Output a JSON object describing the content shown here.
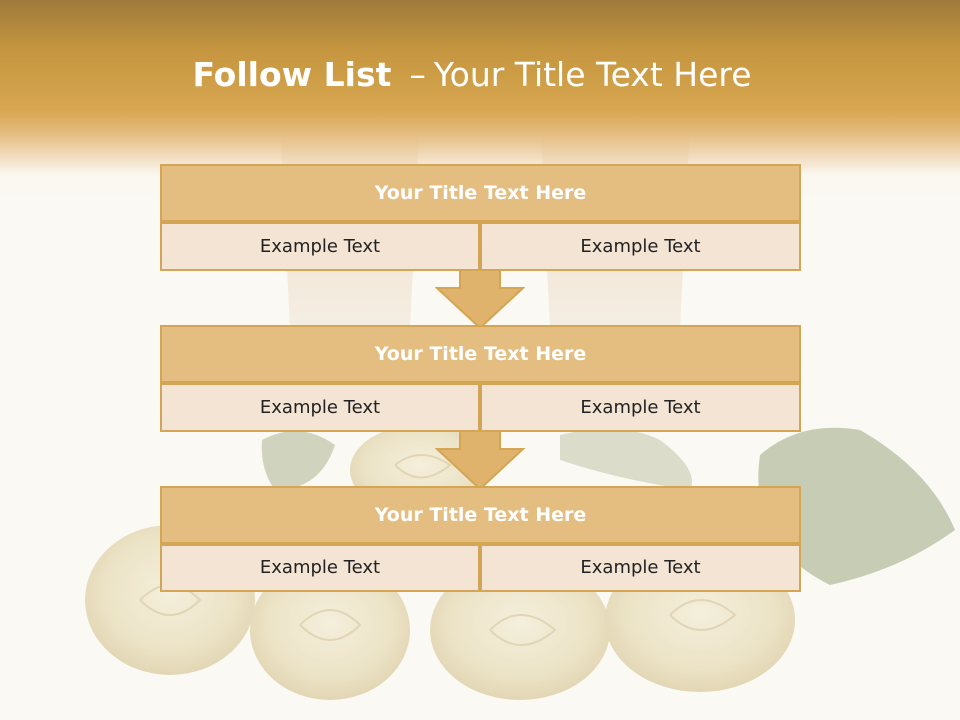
{
  "slide": {
    "title_bold": "Follow List",
    "title_dash": "–",
    "title_rest": "Your Title Text Here"
  },
  "blocks": [
    {
      "title": "Your Title Text Here",
      "left": "Example Text",
      "right": "Example Text"
    },
    {
      "title": "Your Title Text Here",
      "left": "Example Text",
      "right": "Example Text"
    },
    {
      "title": "Your Title Text Here",
      "left": "Example Text",
      "right": "Example Text"
    }
  ],
  "colors": {
    "header_gold": "#c5963f",
    "title_fill": "#e4bd81",
    "cell_fill": "#f4e4d4",
    "border": "#d4a554",
    "arrow_fill": "#e0b36c"
  }
}
